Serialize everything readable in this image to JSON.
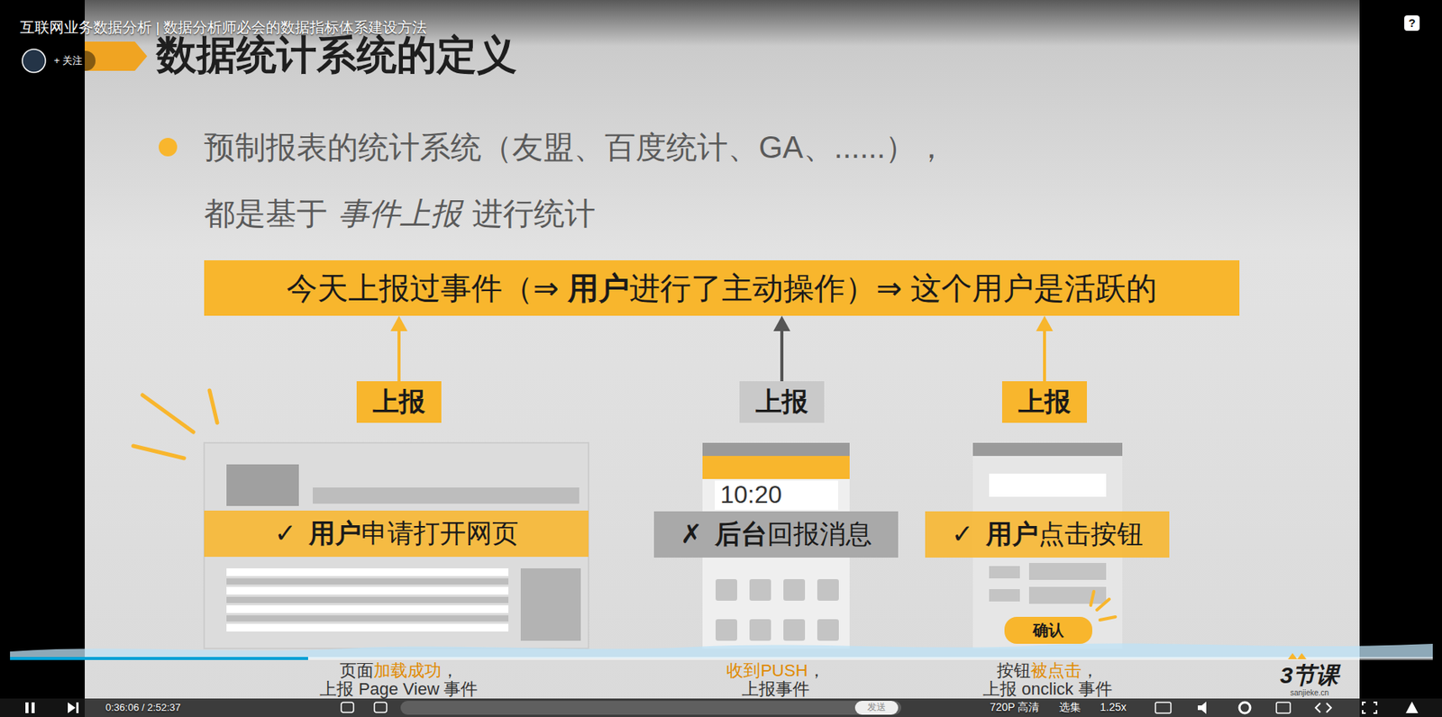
{
  "diagram": {
    "title": "数据统计系统的定义",
    "nodes": [
      {
        "text": [
          "今天上报过事件（⇒",
          "用户",
          "进行了主动操作）⇒ 这个用户是活跃的"
        ]
      },
      {
        "text": [
          "上报"
        ]
      },
      {
        "text": [
          "上报"
        ]
      },
      {
        "text": [
          "上报"
        ]
      },
      {
        "text": [
          "✓",
          "用户",
          "申请打开网页"
        ]
      },
      {
        "text": [
          "✗",
          "后台",
          "回报消息"
        ]
      },
      {
        "text": [
          "✓",
          "用户",
          "点击按钮"
        ]
      },
      {
        "text": [
          "确认"
        ]
      }
    ],
    "edges": [
      {
        "from": 1,
        "to": 0,
        "arrow": "to"
      },
      {
        "from": 2,
        "to": 0,
        "arrow": "to"
      },
      {
        "from": 3,
        "to": 0,
        "arrow": "to"
      }
    ],
    "labels": [
      "互联网业务数据分析 | 数据分析师必会的数据指标体系建设方法",
      "+ 关注",
      "?",
      "预制报表的统计系统（友盟、百度统计、GA、......），",
      "都是基于",
      "事件上报",
      "进行统计",
      "10:20",
      "页面",
      "加载成功",
      "，",
      "上报 Page View 事件",
      "收到PUSH",
      "，",
      "上报事件",
      "按钮",
      "被点击",
      "，",
      "上报 onclick 事件",
      "0:36:06 / 2:52:37",
      "发送",
      "720P 高清",
      "选集",
      "1.25x",
      "3节课",
      "sanjieke.cn"
    ]
  }
}
